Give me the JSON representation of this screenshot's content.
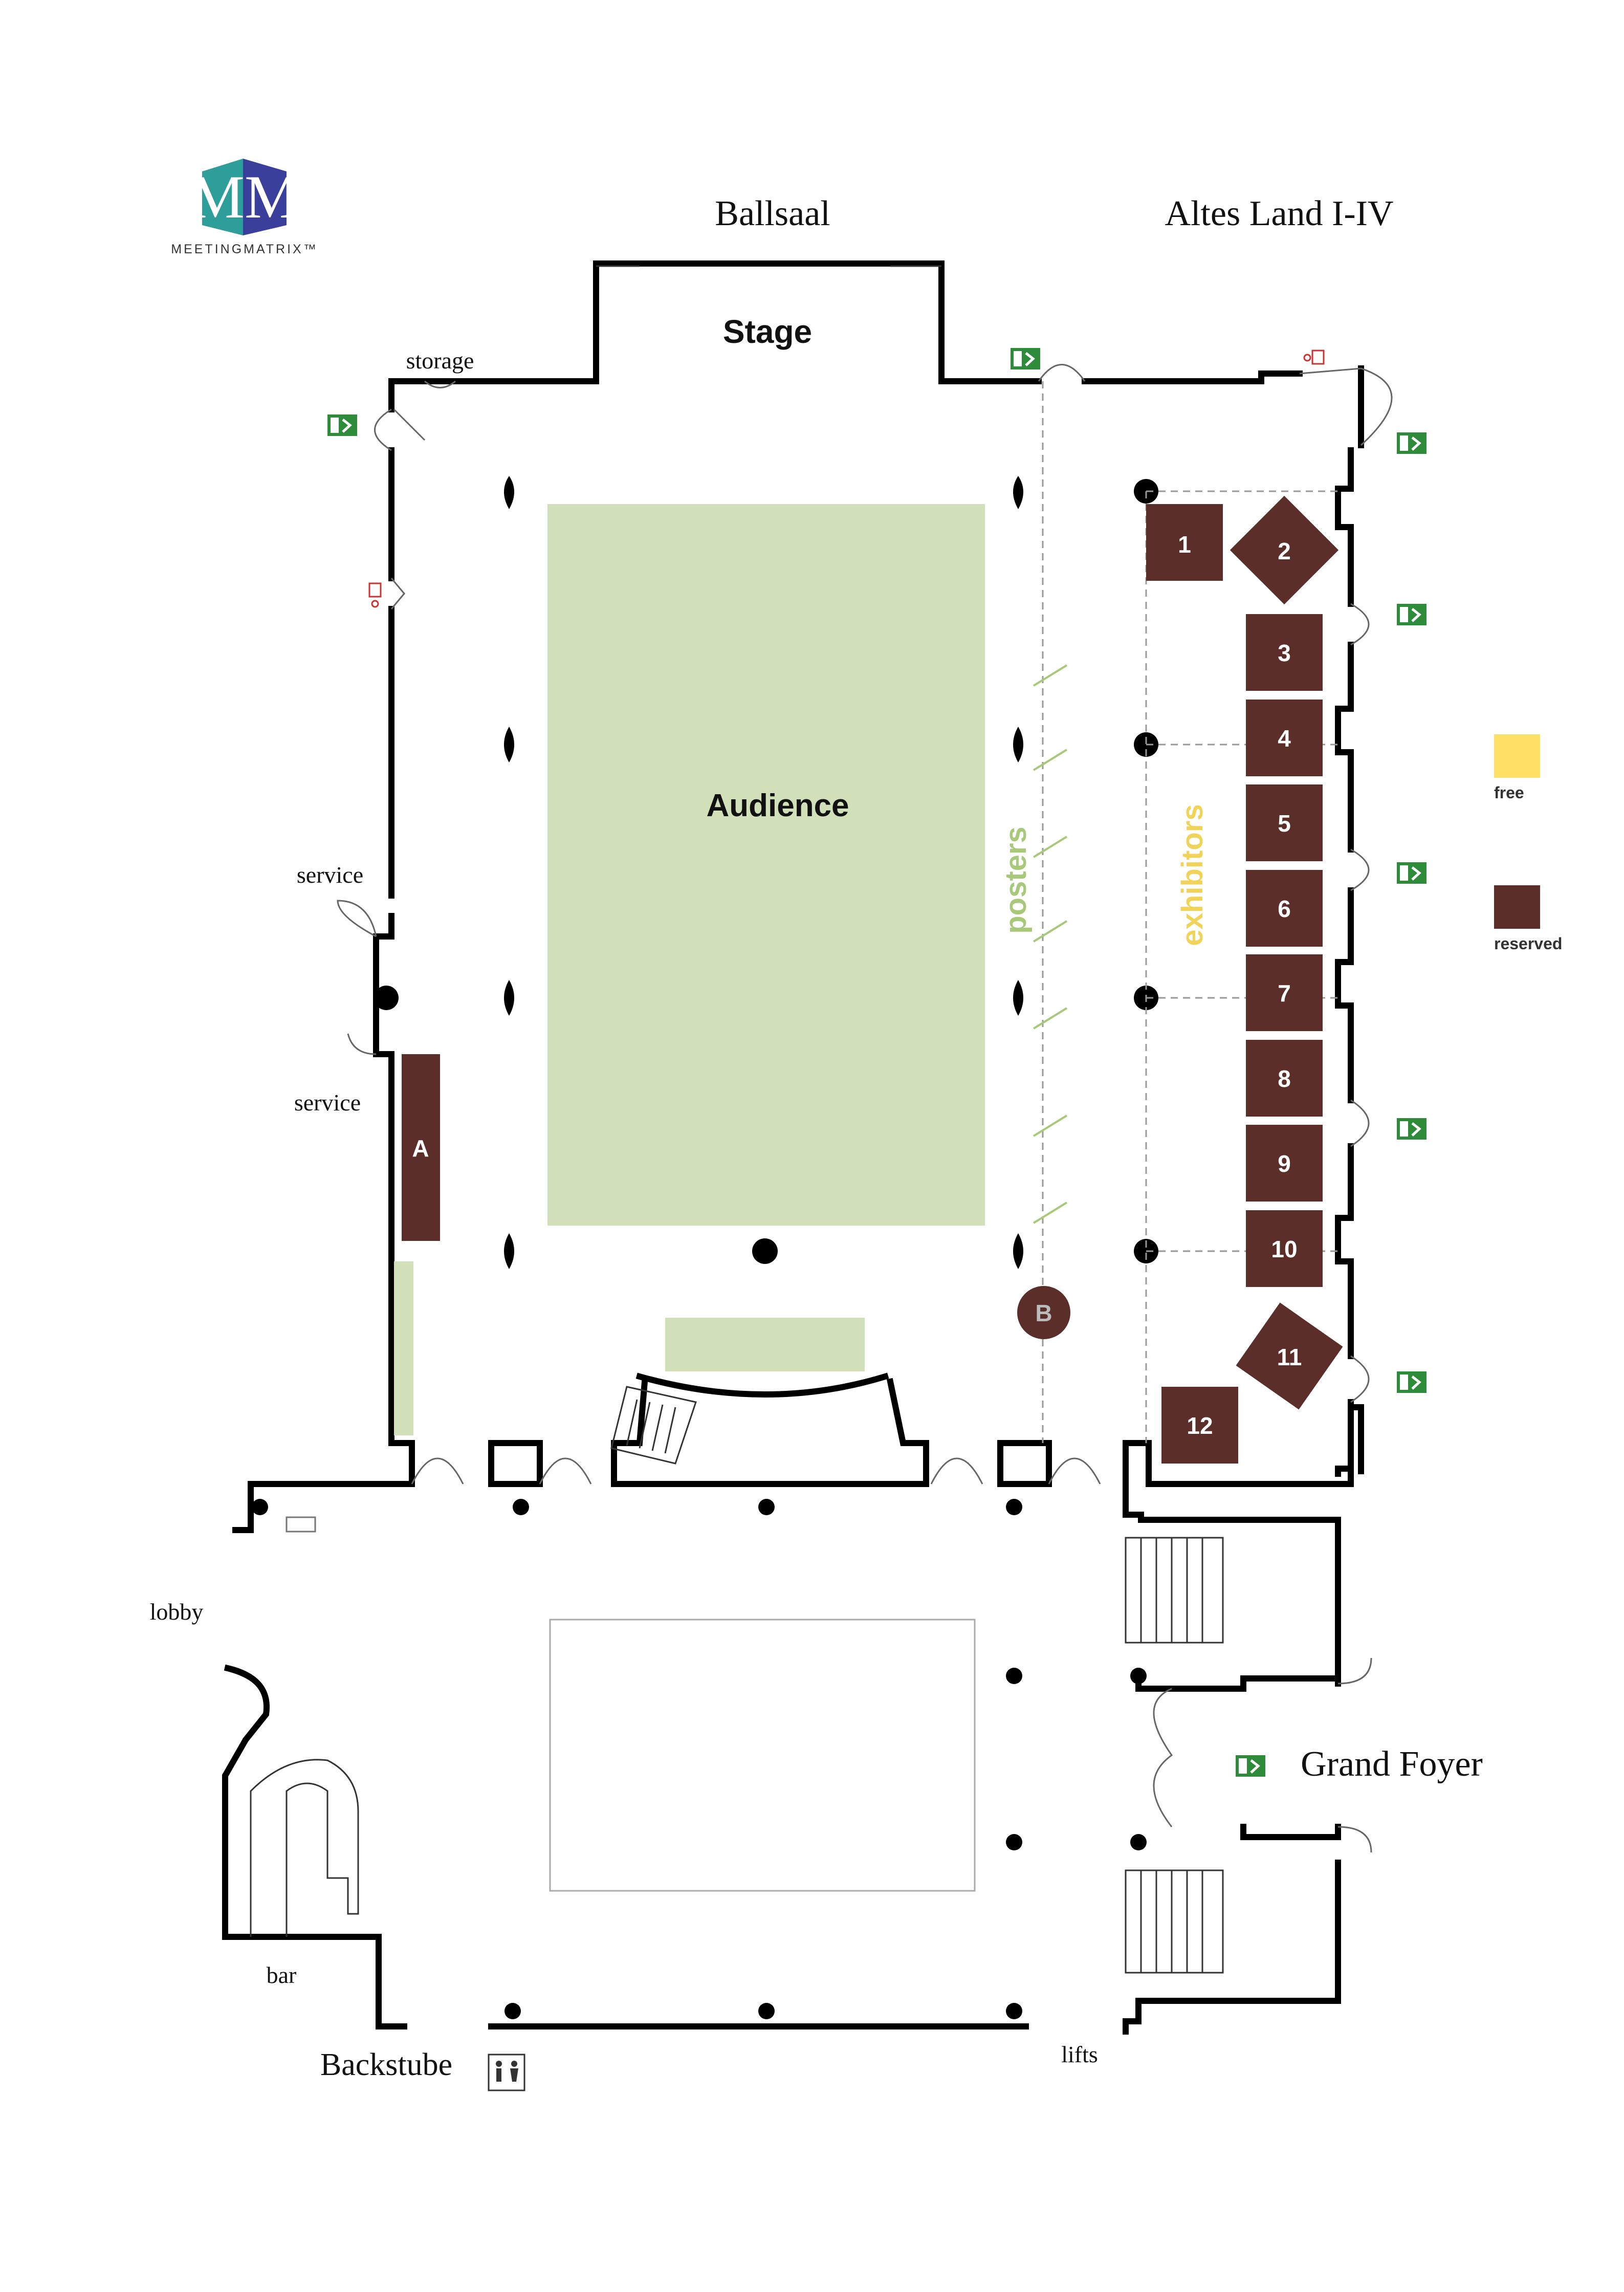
{
  "logo": {
    "letters": "MM",
    "wordmark": "MEETINGMATRIX™"
  },
  "rooms": {
    "ballsaal": "Ballsaal",
    "altes_land": "Altes Land I-IV",
    "grand_foyer": "Grand Foyer",
    "backstube": "Backstube",
    "lobby": "lobby",
    "bar": "bar",
    "lifts": "lifts",
    "storage": "storage",
    "service_top": "service",
    "service_bottom": "service"
  },
  "zones": {
    "stage": "Stage",
    "audience": "Audience",
    "posters": "posters",
    "exhibitors": "exhibitors"
  },
  "legend": {
    "free_label": "free",
    "free_color": "#FFE066",
    "reserved_label": "reserved",
    "reserved_color": "#5C2E2A"
  },
  "booths": [
    "1",
    "2",
    "3",
    "4",
    "5",
    "6",
    "7",
    "8",
    "9",
    "10",
    "11",
    "12"
  ],
  "special_booths": {
    "a": "A",
    "b": "B"
  },
  "colors": {
    "area_green": "#D1E0B9",
    "posters_text": "#A8C97A",
    "exhibitors_text": "#F2D35A",
    "reserved": "#5C2E2A",
    "exit_sign": "#2E8B3A"
  },
  "icons": [
    "emergency-exit-icon",
    "fire-extinguisher-icon",
    "toilets-icon"
  ]
}
